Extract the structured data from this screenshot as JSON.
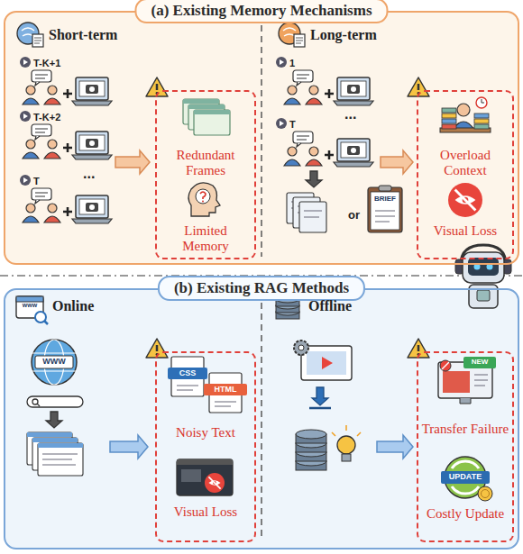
{
  "diagram": {
    "nodes": [
      {
        "text": [
          "(a) Existing Memory Mechanisms"
        ]
      },
      {
        "text": [
          "Redundant Frames",
          "Limited Memory"
        ],
        "in": 0
      },
      {
        "text": [
          "Overload Context",
          "Visual Loss"
        ],
        "in": 0
      },
      {
        "text": [
          "(b) Existing RAG Methods"
        ]
      },
      {
        "text": [
          "Noisy Text",
          "Visual Loss"
        ],
        "in": 3
      },
      {
        "text": [
          "Transfer Failure",
          "Costly Update"
        ],
        "in": 3
      }
    ],
    "labels": [
      "Short-term",
      "T-K+1",
      "T-K+2",
      "...",
      "T",
      "Long-term",
      "1",
      "...",
      "T",
      "or",
      "BRIEF",
      "www",
      "Online",
      "WWW",
      "CSS",
      "HTML",
      "Offline",
      "NEW",
      "UPDATE"
    ]
  }
}
